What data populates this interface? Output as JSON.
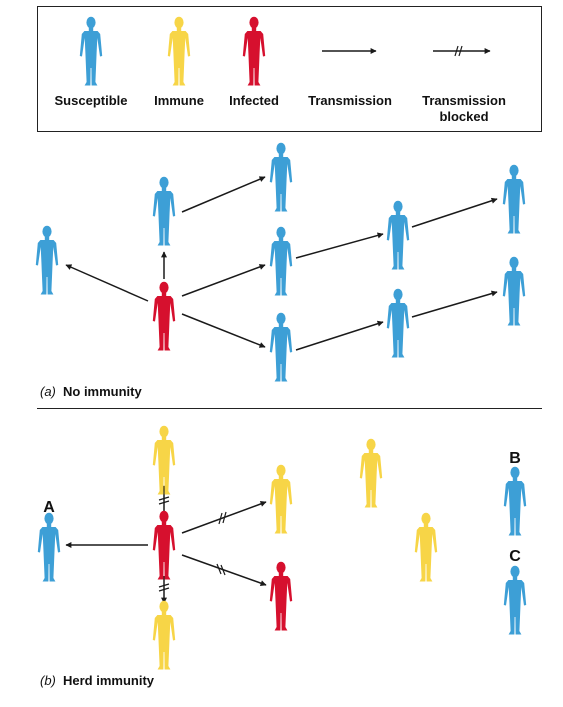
{
  "legend": {
    "susceptible_label": "Susceptible",
    "immune_label": "Immune",
    "infected_label": "Infected",
    "transmission_label": "Transmission",
    "blocked_line1": "Transmission",
    "blocked_line2": "blocked"
  },
  "colors": {
    "susceptible": "#3d9fd6",
    "immune": "#f7d547",
    "infected": "#d6102e",
    "arrow": "#1a1a1a"
  },
  "panel_a": {
    "letter": "(a)",
    "caption": "No immunity"
  },
  "panel_b": {
    "letter": "(b)",
    "caption": "Herd immunity",
    "point_labels": [
      "A",
      "B",
      "C"
    ]
  }
}
